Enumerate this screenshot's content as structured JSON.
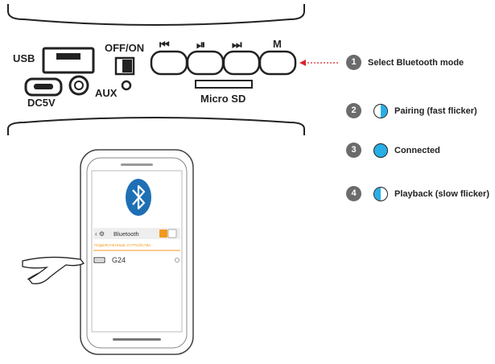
{
  "device": {
    "usb_label": "USB",
    "dc_label": "DC5V",
    "aux_label": "AUX",
    "power_label": "OFF/ON",
    "prev_symbol": "⏮",
    "play_symbol": "⏯",
    "next_symbol": "⏭",
    "mode_label": "M",
    "sd_label": "Micro SD"
  },
  "steps": [
    {
      "number": "1",
      "text": "Select Bluetooth mode",
      "indicator": "none"
    },
    {
      "number": "2",
      "text": "Pairing (fast flicker)",
      "indicator": "half-right"
    },
    {
      "number": "3",
      "text": "Connected",
      "indicator": "full"
    },
    {
      "number": "4",
      "text": "Playback (slow flicker)",
      "indicator": "half-left"
    }
  ],
  "phone": {
    "screen_title": "Bluetooth",
    "section_label": "ПОДКЛЮЧЕННЫЕ УСТРОЙСТВА",
    "device_name": "G24"
  },
  "colors": {
    "accent_blue": "#1f6fb5",
    "indicator_blue": "#29aee6",
    "arrow_red": "#d9262b",
    "toggle_orange": "#f39a1e"
  }
}
